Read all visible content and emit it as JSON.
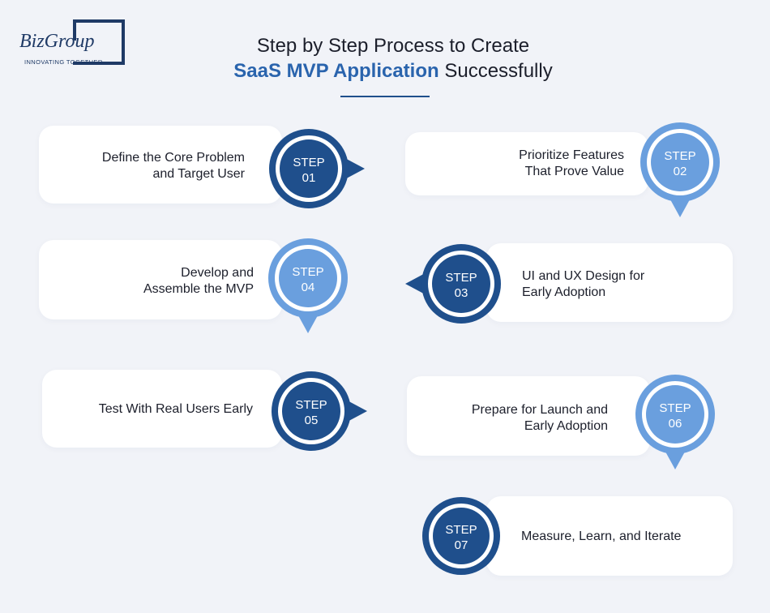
{
  "logo": {
    "name": "BizGroup",
    "tagline": "INNOVATING TOGETHER"
  },
  "title": {
    "line1": "Step by Step Process to Create",
    "highlight": "SaaS MVP Application",
    "rest": " Successfully"
  },
  "colors": {
    "dark_blue": "#1f4f8c",
    "light_blue": "#6a9fde",
    "background": "#f1f3f8"
  },
  "steps": [
    {
      "step": "STEP",
      "number": "01",
      "label": "Define the Core Problem",
      "label2": "and Target User",
      "tone": "dark",
      "arrow": "right"
    },
    {
      "step": "STEP",
      "number": "02",
      "label": "Prioritize Features",
      "label2": "That Prove Value",
      "tone": "light",
      "arrow": "down"
    },
    {
      "step": "STEP",
      "number": "03",
      "label": "UI and UX Design for",
      "label2": "Early Adoption",
      "tone": "dark",
      "arrow": "left"
    },
    {
      "step": "STEP",
      "number": "04",
      "label": "Develop and",
      "label2": "Assemble the MVP",
      "tone": "light",
      "arrow": "down"
    },
    {
      "step": "STEP",
      "number": "05",
      "label": "Test With Real Users Early",
      "label2": "",
      "tone": "dark",
      "arrow": "right"
    },
    {
      "step": "STEP",
      "number": "06",
      "label": "Prepare for Launch and",
      "label2": "Early Adoption",
      "tone": "light",
      "arrow": "down"
    },
    {
      "step": "STEP",
      "number": "07",
      "label": "Measure, Learn, and Iterate",
      "label2": "",
      "tone": "dark",
      "arrow": "none"
    }
  ]
}
